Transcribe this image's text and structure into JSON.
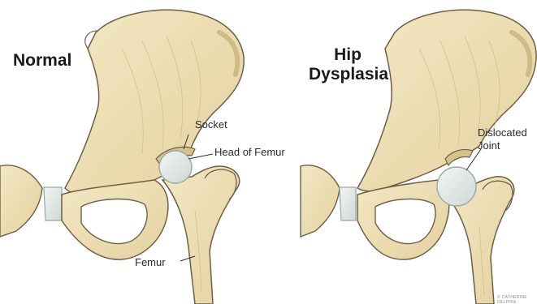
{
  "panels": {
    "normal": {
      "title": "Normal",
      "labels": {
        "socket": "Socket",
        "head": "Head of Femur",
        "femur": "Femur"
      }
    },
    "dysplasia": {
      "title_line1": "Hip",
      "title_line2": "Dysplasia",
      "labels": {
        "dislocated_line1": "Dislocated",
        "dislocated_line2": "Joint"
      }
    }
  },
  "credit": "© CATHERINE DELPHIA",
  "colors": {
    "bone": "#efe2b8",
    "bone_shadow": "#d6c38c",
    "outline": "#6e6048",
    "cartilage": "#dfe6e3",
    "cartilage_edge": "#9aa8a6"
  }
}
